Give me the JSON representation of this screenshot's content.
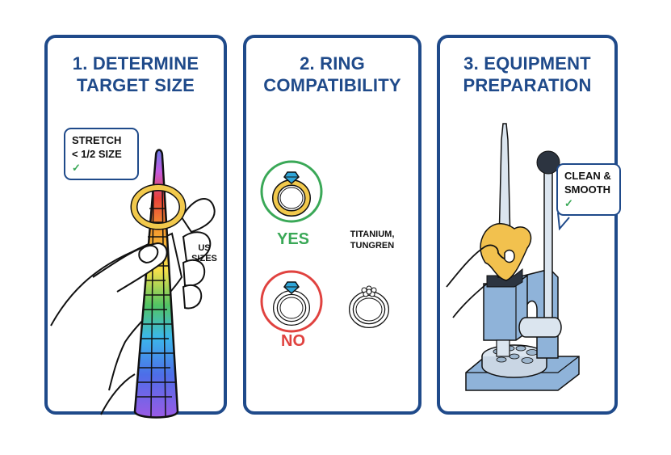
{
  "colors": {
    "border": "#1f4a8a",
    "title": "#1f4a8a",
    "yes": "#3aa857",
    "no": "#e0423f",
    "check": "#3aa857",
    "gold": "#f2c94c",
    "gem": "#2fa6d9",
    "machine_blue": "#8fb3d9",
    "cloth": "#f2c14e"
  },
  "panels": [
    {
      "step": 1,
      "title_line1": "1. DETERMINE",
      "title_line2": "TARGET SIZE",
      "bubble_line1": "STRETCH",
      "bubble_line2": "< 1/2 SIZE",
      "check_icon": "✓",
      "side_label_line1": "US",
      "side_label_line2": "SIZES"
    },
    {
      "step": 2,
      "title_line1": "2. RING",
      "title_line2": "COMPATIBILITY",
      "yes_label": "YES",
      "no_label": "NO",
      "material_line1": "TITANIUM,",
      "material_line2": "TUNGREN"
    },
    {
      "step": 3,
      "title_line1": "3. EQUIPMENT",
      "title_line2": "PREPARATION",
      "bubble_line1": "CLEAN &",
      "bubble_line2": "SMOOTH",
      "check_icon": "✓"
    }
  ]
}
